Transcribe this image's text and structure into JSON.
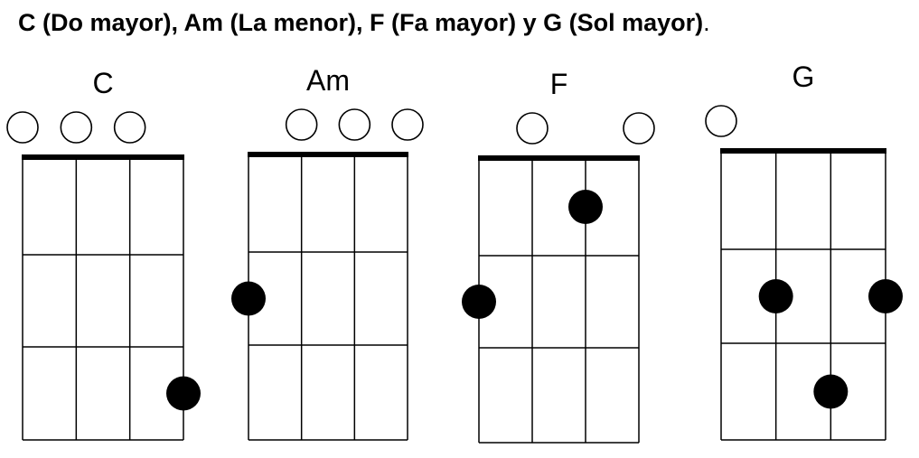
{
  "caption": {
    "text": "C (Do mayor), Am (La menor), F (Fa mayor) y G (Sol mayor)",
    "end": "."
  },
  "colors": {
    "line": "#000000",
    "dot": "#000000",
    "open": "#ffffff"
  },
  "chords": [
    {
      "name": "C",
      "open_strings": [
        1,
        2,
        3
      ],
      "fingers": [
        {
          "string": 4,
          "fret": 3
        }
      ]
    },
    {
      "name": "Am",
      "open_strings": [
        2,
        3,
        4
      ],
      "fingers": [
        {
          "string": 1,
          "fret": 2
        }
      ]
    },
    {
      "name": "F",
      "open_strings": [
        2,
        4
      ],
      "fingers": [
        {
          "string": 3,
          "fret": 1
        },
        {
          "string": 1,
          "fret": 2
        }
      ]
    },
    {
      "name": "G",
      "open_strings": [
        1
      ],
      "fingers": [
        {
          "string": 2,
          "fret": 2
        },
        {
          "string": 4,
          "fret": 2
        },
        {
          "string": 3,
          "fret": 3
        }
      ]
    }
  ]
}
